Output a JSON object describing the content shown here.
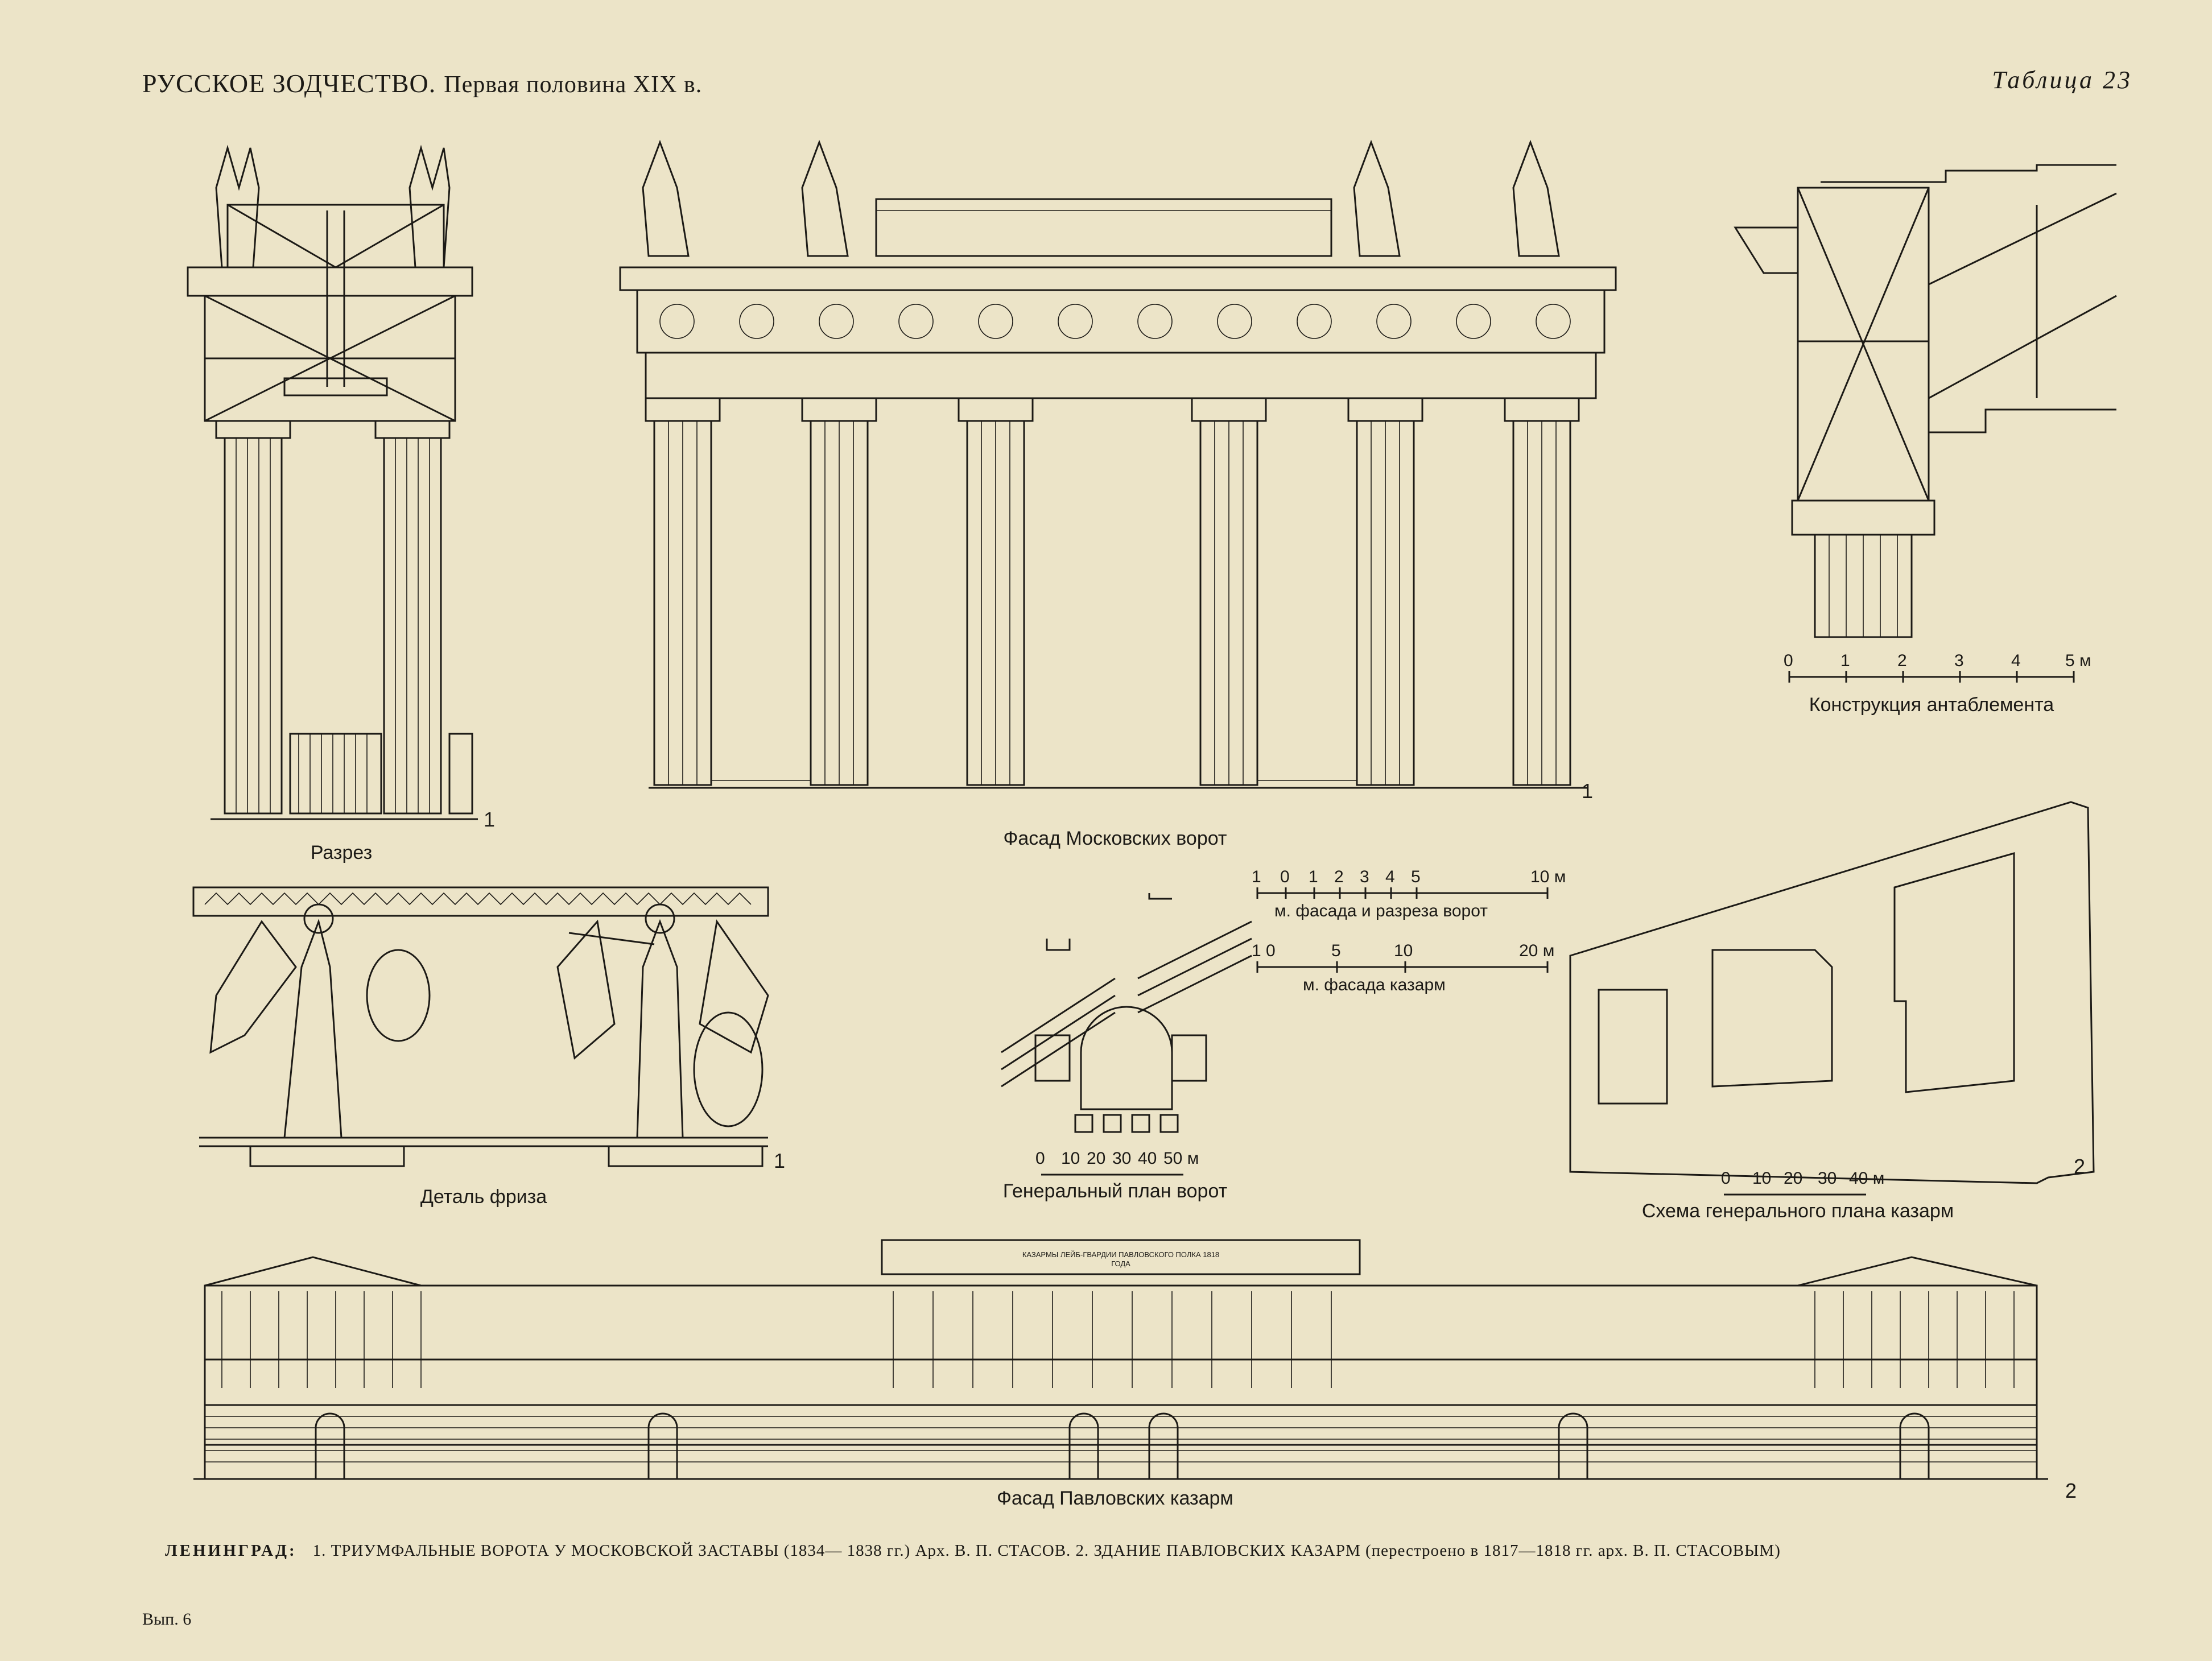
{
  "header": {
    "title": "РУССКОЕ ЗОДЧЕСТВО.",
    "subtitle": "Первая половина XIX в.",
    "plate": "Таблица 23"
  },
  "captions": {
    "section": "Разрез",
    "gate_facade": "Фасад Московских ворот",
    "entablature": "Конструкция антаблемента",
    "frieze": "Деталь фриза",
    "gate_plan": "Генеральный план ворот",
    "barracks_plan": "Схема генерального плана казарм",
    "barracks_facade": "Фасад Павловских казарм"
  },
  "figure_numbers": {
    "section": "1",
    "gate_facade": "1",
    "frieze": "1",
    "barracks_plan": "2",
    "barracks_facade": "2"
  },
  "scales": {
    "entablature": {
      "ticks": [
        "0",
        "1",
        "2",
        "3",
        "4",
        "5 м"
      ]
    },
    "gate": {
      "ticks": [
        "1",
        "0",
        "1",
        "2",
        "3",
        "4",
        "5",
        "10 м"
      ],
      "label": "м. фасада и разреза ворот"
    },
    "barracks": {
      "ticks": [
        "1 0",
        "5",
        "10",
        "20 м"
      ],
      "label": "м. фасада казарм"
    },
    "gate_plan": {
      "ticks": [
        "0",
        "10",
        "20",
        "30",
        "40",
        "50 м"
      ]
    },
    "barracks_plan": {
      "ticks": [
        "0",
        "10",
        "20",
        "30",
        "40 м"
      ]
    }
  },
  "inscription": "КАЗАРМЫ ЛЕЙБ-ГВАРДИИ ПАВЛОВСКОГО ПОЛКА 1818 ГОДА",
  "footer": {
    "city": "ЛЕНИНГРАД:",
    "text": "1. ТРИУМФАЛЬНЫЕ ВОРОТА У МОСКОВСКОЙ ЗАСТАВЫ (1834— 1838 гг.) Арх. В. П. СТАСОВ.   2. ЗДАНИЕ ПАВЛОВСКИХ КАЗАРМ (перестроено в 1817—1818 гг. арх. В. П. СТАСОВЫМ)"
  },
  "issue": "Вып. 6",
  "colors": {
    "paper": "#ece4c8",
    "ink": "#1c1a16"
  }
}
